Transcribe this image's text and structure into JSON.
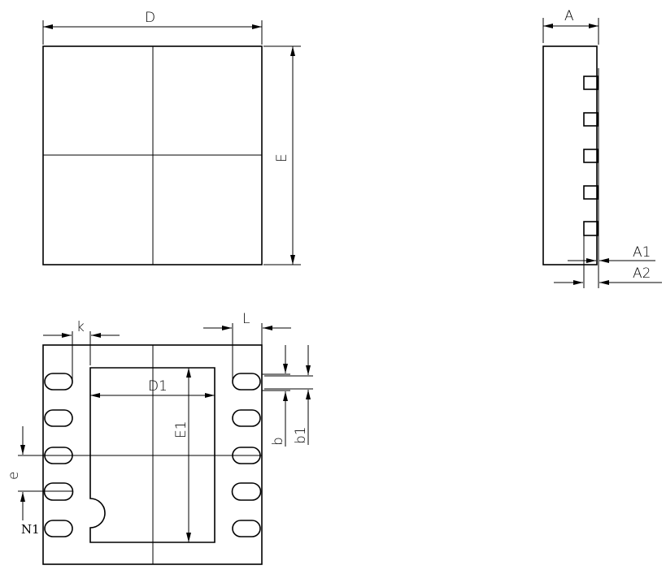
{
  "labels": {
    "D": "D",
    "E": "E",
    "A": "A",
    "A1": "A1",
    "A2": "A2",
    "k": "k",
    "L": "L",
    "D1": "D1",
    "E1": "E1",
    "b": "b",
    "b1": "b1",
    "e": "e",
    "N1": "N1"
  },
  "colors": {
    "line": "#000000",
    "background": "#ffffff"
  }
}
